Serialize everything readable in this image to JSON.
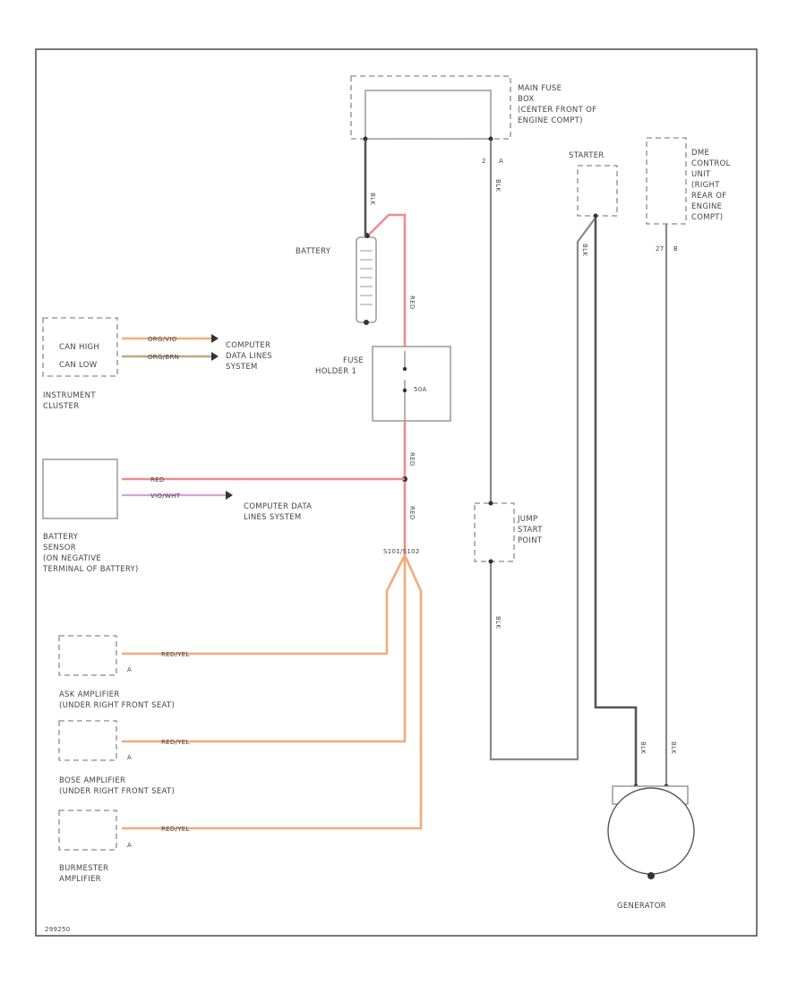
{
  "labels": {
    "main_fuse_box": [
      "MAIN FUSE",
      "BOX",
      "(CENTER FRONT OF",
      "ENGINE COMPT)"
    ],
    "starter": "STARTER",
    "dme_control_unit": [
      "DME",
      "CONTROL",
      "UNIT",
      "(RIGHT",
      "REAR OF",
      "ENGINE",
      "COMPT)"
    ],
    "battery": "BATTERY",
    "fuse_holder": [
      "FUSE",
      "HOLDER 1"
    ],
    "fuse_rating": "50A",
    "instrument_cluster_pins": [
      "CAN HIGH",
      "CAN LOW"
    ],
    "instrument_cluster": [
      "INSTRUMENT",
      "CLUSTER"
    ],
    "computer_data_lines_1": [
      "COMPUTER",
      "DATA LINES",
      "SYSTEM"
    ],
    "battery_sensor": [
      "BATTERY",
      "SENSOR",
      "(ON NEGATIVE",
      "TERMINAL OF BATTERY)"
    ],
    "computer_data_lines_2": [
      "COMPUTER DATA",
      "LINES SYSTEM"
    ],
    "jump_start_point": [
      "JUMP",
      "START",
      "POINT"
    ],
    "splice": "S101/S102",
    "ask_amplifier": [
      "ASK AMPLIFIER",
      "(UNDER RIGHT FRONT SEAT)"
    ],
    "bose_amplifier": [
      "BOSE AMPLIFIER",
      "(UNDER RIGHT FRONT SEAT)"
    ],
    "burmester_amplifier": [
      "BURMESTER",
      "AMPLIFIER"
    ],
    "generator": "GENERATOR",
    "diagram_id": "299250",
    "connector_pins": {
      "main_fuse_out": "2",
      "main_fuse_out_term": "A",
      "dme_pin": "27",
      "dme_term": "B",
      "amp_term": "A"
    }
  },
  "wires": {
    "orange_can_high": "ORG/VIO",
    "orange_can_low": "ORG/BRN",
    "red": "RED",
    "violet_wht": "VIO/WHT",
    "red_yel": "RED/YEL",
    "blk": "BLK",
    "red_small": "RED",
    "red_mid": "RED"
  },
  "colors": {
    "red_wire": "#f08c8c",
    "orange_wire": "#f2aa7a",
    "gray_wire": "#8a8a8a",
    "dark_wire": "#555555",
    "violet_wire": "#d8a0e0"
  }
}
